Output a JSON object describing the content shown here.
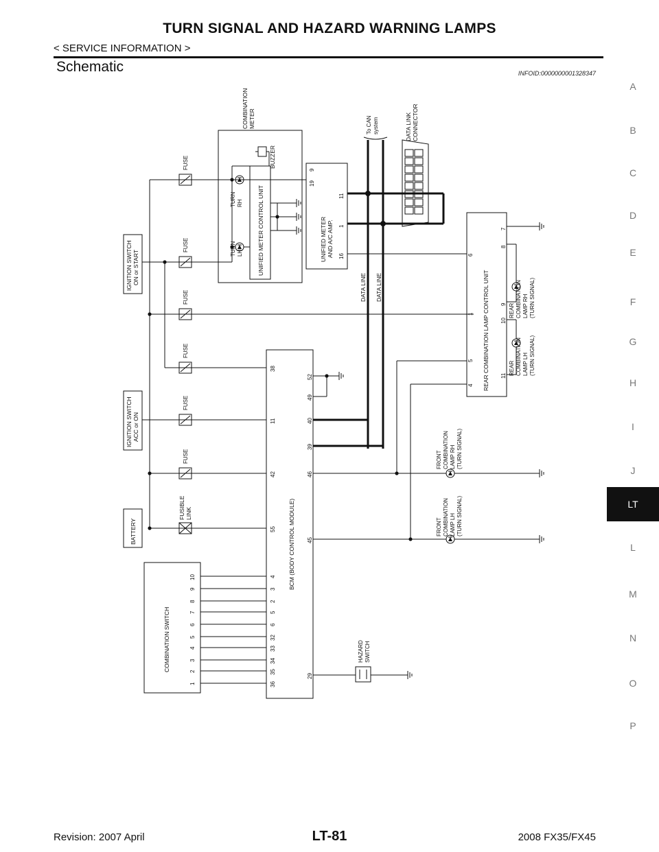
{
  "header": {
    "title": "TURN SIGNAL AND HAZARD WARNING LAMPS",
    "subtitle": "< SERVICE INFORMATION >"
  },
  "section": {
    "title": "Schematic",
    "infoid": "INFOID:0000000001328347"
  },
  "index_tabs": [
    "A",
    "B",
    "C",
    "D",
    "E",
    "F",
    "G",
    "H",
    "I",
    "J",
    "LT",
    "L",
    "M",
    "N",
    "O",
    "P"
  ],
  "active_tab": "LT",
  "diagram": {
    "figure_id": "TKWM4305E",
    "labels": {
      "combination_meter": [
        "COMBINATION",
        "METER"
      ],
      "data_link_connector": [
        "DATA LINK",
        "CONNECTOR"
      ],
      "to_can": [
        "To CAN",
        "system"
      ],
      "buzzer": "BUZZER",
      "turn_rh": [
        "TURN",
        "RH"
      ],
      "turn_lh": [
        "TURN",
        "LH"
      ],
      "umcu": "UNIFIED METER CONTROL UNIT",
      "unified_amp": [
        "UNIFIED METER",
        "AND A/C AMP."
      ],
      "ign_on_start": [
        "IGNITION SWITCH",
        "ON or START"
      ],
      "ign_acc_on": [
        "IGNITION SWITCH",
        "ACC or ON"
      ],
      "battery": "BATTERY",
      "fusible_link": [
        "FUSIBLE",
        "LINK"
      ],
      "fuse": "FUSE",
      "combination_switch": "COMBINATION SWITCH",
      "bcm": "BCM (BODY CONTROL MODULE)",
      "data_line": "DATA LINE",
      "rear_ctrl": "REAR COMBINATION LAMP CONTROL UNIT",
      "rear_rh": [
        "REAR",
        "COMBINATION",
        "LAMP RH",
        "(TURN SIGNAL)"
      ],
      "rear_lh": [
        "REAR",
        "COMBINATION",
        "LAMP LH",
        "(TURN SIGNAL)"
      ],
      "front_rh": [
        "FRONT",
        "COMBINATION",
        "LAMP RH",
        "(TURN SIGNAL)"
      ],
      "front_lh": [
        "FRONT",
        "COMBINATION",
        "LAMP LH",
        "(TURN SIGNAL)"
      ],
      "hazard": [
        "HAZARD",
        "SWITCH"
      ]
    },
    "pins": {
      "amp_top": [
        "19",
        "9"
      ],
      "amp_bottom": [
        "11",
        "1",
        "16"
      ],
      "bcm_top": [
        "38",
        "11",
        "42",
        "55",
        "4",
        "3",
        "2",
        "5",
        "6",
        "32",
        "33",
        "34",
        "35",
        "36"
      ],
      "bcm_bottom": [
        "52",
        "49",
        "40",
        "39",
        "46",
        "45",
        "29"
      ],
      "rear_top": [
        "7",
        "8",
        "9",
        "10",
        "11",
        "1",
        "6",
        "5",
        "4"
      ],
      "comb_switch": [
        "10",
        "9",
        "8",
        "7",
        "6",
        "5",
        "4",
        "3",
        "2",
        "1"
      ]
    }
  },
  "footer": {
    "revision": "Revision: 2007 April",
    "page": "LT-81",
    "model": "2008 FX35/FX45"
  }
}
